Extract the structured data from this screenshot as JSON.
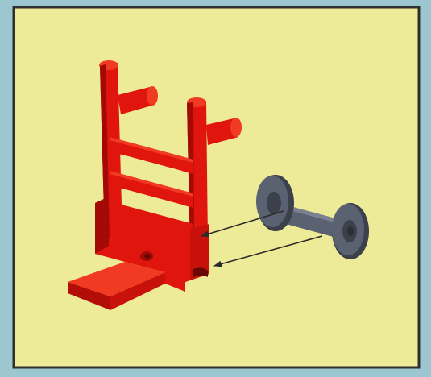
{
  "colors": {
    "outer_background": "#9cc7d0",
    "panel_fill": "#eeeb98",
    "panel_border": "#2f2f2f",
    "cart_main": "#e0150d",
    "cart_light": "#f03a22",
    "cart_dark": "#a40a05",
    "axle_main": "#5a6170",
    "axle_light": "#7a8190",
    "axle_dark": "#3b404b",
    "arrow_line": "#2a2a2a"
  },
  "diagram": {
    "parts": [
      {
        "name": "hand-truck-frame",
        "icon": "hand-truck-icon"
      },
      {
        "name": "axle-with-wheels",
        "icon": "axle-icon"
      }
    ],
    "arrows": [
      {
        "from": "axle-with-wheels",
        "to": "hand-truck-frame",
        "meaning": "insert-axle-upper"
      },
      {
        "from": "axle-with-wheels",
        "to": "hand-truck-frame",
        "meaning": "insert-axle-lower"
      }
    ]
  }
}
